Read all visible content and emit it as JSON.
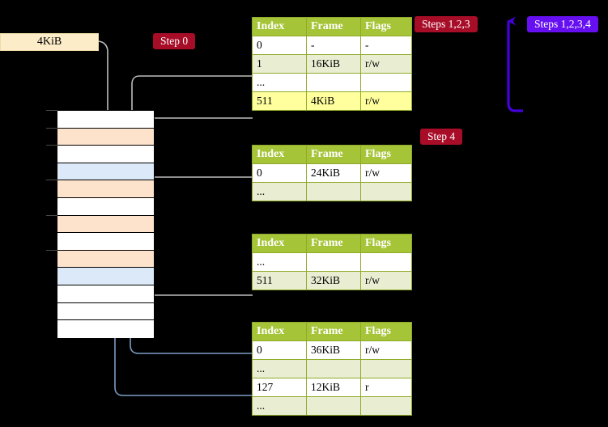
{
  "diagram": {
    "title_hidden": "",
    "background_color": "#000000"
  },
  "labels": {
    "frame_size_box": "4KiB",
    "step0_badge": "Step 0",
    "step4_badge": "Step 4",
    "steps123_badge": "Steps 1,2,3",
    "steps1234_badge": "Steps 1,2,3,4"
  },
  "colors": {
    "badge_red": "#a80d28",
    "badge_purple": "#6610f2",
    "table_header_green": "#a5c437",
    "table_border_green": "#8faa2a",
    "table_row_tint": "#e9eed2",
    "highlight_yellow": "#ffff9e",
    "memory_orange": "#fde3cc",
    "memory_blue": "#dce9f8",
    "label_box_cream": "#fdecc8",
    "wire_grey": "#b8b8b8",
    "wire_blue": "#7d9dc4",
    "arrow_blue": "#3a5fa0"
  },
  "tables": [
    {
      "name": "page-table-level-1",
      "columns": [
        "Index",
        "Frame",
        "Flags"
      ],
      "rows": [
        {
          "style": "plain",
          "highlight": false,
          "cells": [
            "0",
            "-",
            "-"
          ]
        },
        {
          "style": "tint",
          "highlight": false,
          "cells": [
            "1",
            "16KiB",
            "r/w"
          ]
        },
        {
          "style": "plain",
          "highlight": false,
          "cells": [
            "...",
            "",
            ""
          ]
        },
        {
          "style": "tint",
          "highlight": true,
          "cells": [
            "511",
            "4KiB",
            "r/w"
          ]
        }
      ]
    },
    {
      "name": "page-table-level-2",
      "columns": [
        "Index",
        "Frame",
        "Flags"
      ],
      "rows": [
        {
          "style": "plain",
          "highlight": false,
          "cells": [
            "0",
            "24KiB",
            "r/w"
          ]
        },
        {
          "style": "tint",
          "highlight": false,
          "cells": [
            "...",
            "",
            ""
          ]
        }
      ]
    },
    {
      "name": "page-table-level-3",
      "columns": [
        "Index",
        "Frame",
        "Flags"
      ],
      "rows": [
        {
          "style": "plain",
          "highlight": false,
          "cells": [
            "...",
            "",
            ""
          ]
        },
        {
          "style": "tint",
          "highlight": false,
          "cells": [
            "511",
            "32KiB",
            "r/w"
          ]
        }
      ]
    },
    {
      "name": "page-table-level-4",
      "columns": [
        "Index",
        "Frame",
        "Flags"
      ],
      "rows": [
        {
          "style": "plain",
          "highlight": false,
          "cells": [
            "0",
            "36KiB",
            "r/w"
          ]
        },
        {
          "style": "tint",
          "highlight": false,
          "cells": [
            "...",
            "",
            ""
          ]
        },
        {
          "style": "plain",
          "highlight": false,
          "cells": [
            "127",
            "12KiB",
            "r"
          ]
        },
        {
          "style": "tint",
          "highlight": false,
          "cells": [
            "...",
            "",
            ""
          ]
        }
      ]
    }
  ],
  "memory_column": {
    "name": "physical-memory-frames",
    "frame_count": 13,
    "frames": [
      {
        "fill": "mem-white",
        "tick": true
      },
      {
        "fill": "mem-orange",
        "tick": true
      },
      {
        "fill": "mem-white",
        "tick": true
      },
      {
        "fill": "mem-blue",
        "tick": false
      },
      {
        "fill": "mem-orange",
        "tick": true
      },
      {
        "fill": "mem-white",
        "tick": false
      },
      {
        "fill": "mem-orange",
        "tick": true
      },
      {
        "fill": "mem-white",
        "tick": false
      },
      {
        "fill": "mem-orange",
        "tick": true
      },
      {
        "fill": "mem-blue",
        "tick": false
      },
      {
        "fill": "mem-white",
        "tick": false
      },
      {
        "fill": "mem-white",
        "tick": false
      },
      {
        "fill": "mem-white",
        "tick": false
      }
    ]
  }
}
